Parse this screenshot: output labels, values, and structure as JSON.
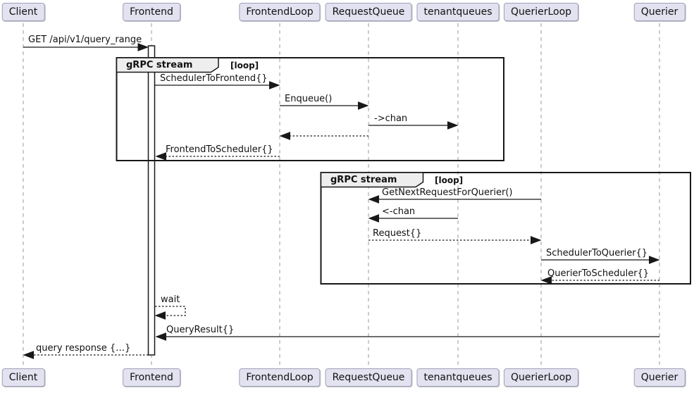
{
  "diagram": {
    "type": "sequence-diagram",
    "participants": [
      "Client",
      "Frontend",
      "FrontendLoop",
      "RequestQueue",
      "tenantqueues",
      "QuerierLoop",
      "Querier"
    ],
    "frames": [
      {
        "title": "gRPC stream",
        "operator": "[loop]"
      },
      {
        "title": "gRPC stream",
        "operator": "[loop]"
      }
    ],
    "messages": [
      {
        "label": "GET /api/v1/query_range",
        "from": "Client",
        "to": "Frontend",
        "line": "solid"
      },
      {
        "label": "SchedulerToFrontend{}",
        "from": "Frontend",
        "to": "FrontendLoop",
        "line": "solid"
      },
      {
        "label": "Enqueue()",
        "from": "FrontendLoop",
        "to": "RequestQueue",
        "line": "solid"
      },
      {
        "label": "->chan",
        "from": "RequestQueue",
        "to": "tenantqueues",
        "line": "solid"
      },
      {
        "label": "",
        "from": "RequestQueue",
        "to": "FrontendLoop",
        "line": "dotted"
      },
      {
        "label": "FrontendToScheduler{}",
        "from": "FrontendLoop",
        "to": "Frontend",
        "line": "dotted"
      },
      {
        "label": "GetNextRequestForQuerier()",
        "from": "QuerierLoop",
        "to": "RequestQueue",
        "line": "solid"
      },
      {
        "label": "<-chan",
        "from": "tenantqueues",
        "to": "RequestQueue",
        "line": "solid"
      },
      {
        "label": "Request{}",
        "from": "RequestQueue",
        "to": "QuerierLoop",
        "line": "dotted"
      },
      {
        "label": "SchedulerToQuerier{}",
        "from": "QuerierLoop",
        "to": "Querier",
        "line": "solid"
      },
      {
        "label": "QuerierToScheduler{}",
        "from": "Querier",
        "to": "QuerierLoop",
        "line": "dotted"
      },
      {
        "label": "wait",
        "from": "Frontend",
        "to": "Frontend",
        "line": "dotted"
      },
      {
        "label": "QueryResult{}",
        "from": "Querier",
        "to": "Frontend",
        "line": "solid"
      },
      {
        "label": "query response {…}",
        "from": "Frontend",
        "to": "Client",
        "line": "dotted"
      }
    ],
    "colors": {
      "background": "#FFFFFF",
      "participant_fill": "#E2E2F0",
      "participant_border": "#A0A0B8",
      "line": "#181818",
      "lifeline": "#999999",
      "frame_tab_fill": "#EEEEEE",
      "activation_fill": "#FFFFFF"
    }
  }
}
